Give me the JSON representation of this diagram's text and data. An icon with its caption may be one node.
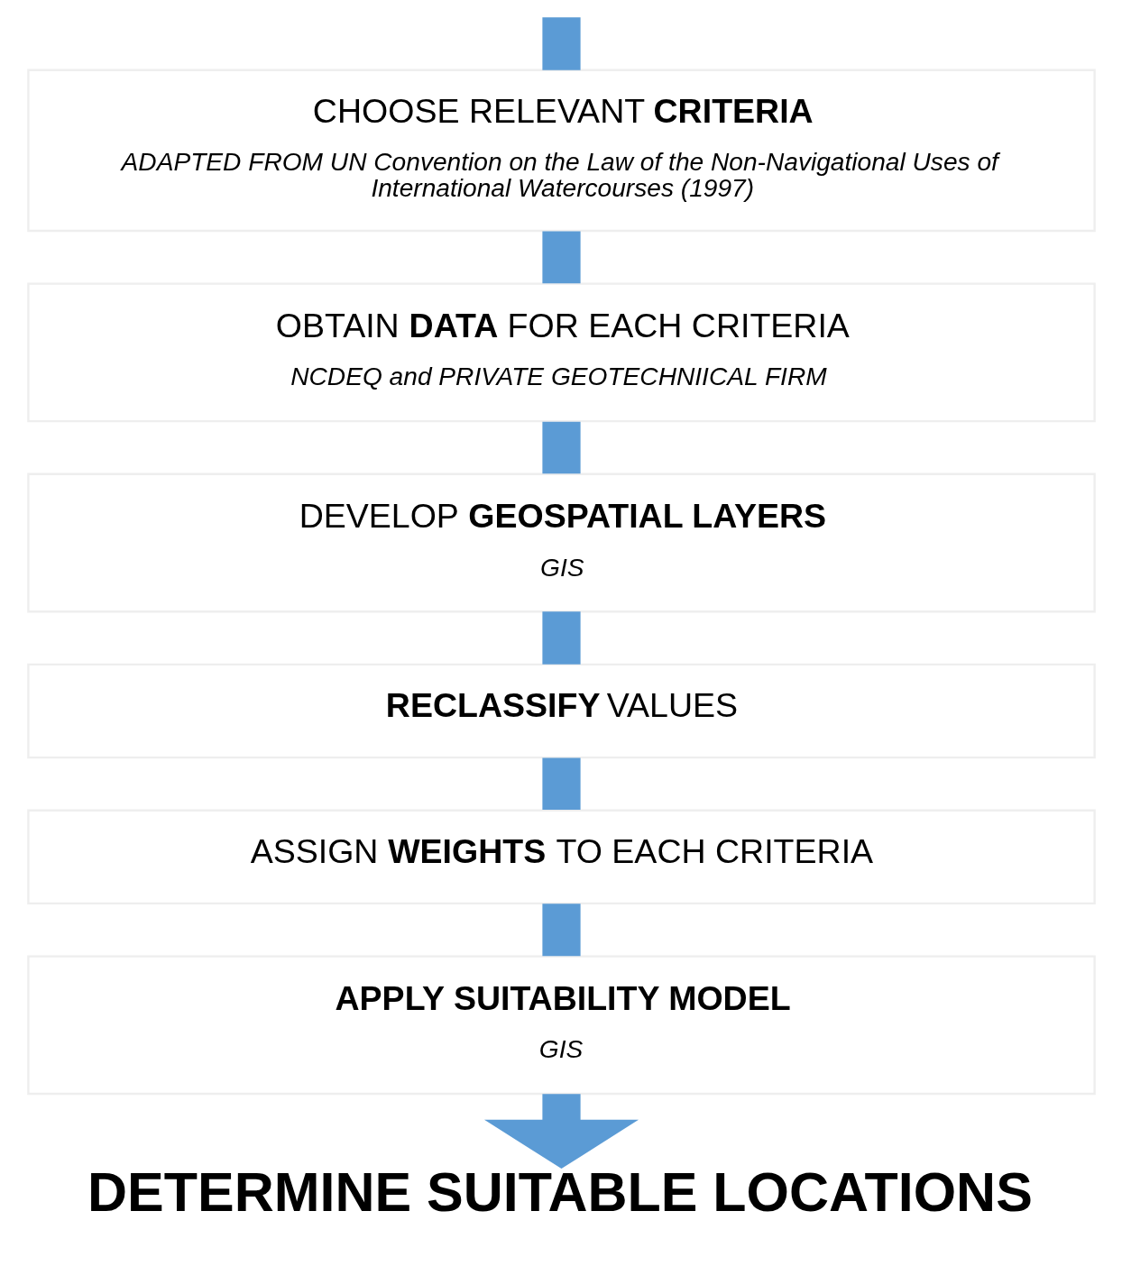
{
  "diagram": {
    "nodes": [
      {
        "text": [
          "CHOOSE RELEVANT **CRITERIA**",
          "ADAPTED FROM UN Convention on the Law of the Non-Navigational Uses of International Watercourses (1997)"
        ]
      },
      {
        "text": [
          "OBTAIN **DATA** FOR EACH CRITERIA",
          "NCDEQ and PRIVATE GEOTECHNIICAL FIRM"
        ]
      },
      {
        "text": [
          "DEVELOP **GEOSPATIAL LAYERS**",
          "GIS"
        ]
      },
      {
        "text": [
          "**RECLASSIFY** VALUES"
        ]
      },
      {
        "text": [
          "ASSIGN **WEIGHTS** TO EACH CRITERIA"
        ]
      },
      {
        "text": [
          "APPLY SUITABILITY MODEL",
          "GIS"
        ]
      },
      {
        "text": [
          "DETERMINE SUITABLE LOCATIONS"
        ]
      }
    ],
    "edges": [
      {
        "from": null,
        "to": 0,
        "arrow": "none"
      },
      {
        "from": 0,
        "to": 1,
        "arrow": "none"
      },
      {
        "from": 1,
        "to": 2,
        "arrow": "none"
      },
      {
        "from": 2,
        "to": 3,
        "arrow": "none"
      },
      {
        "from": 3,
        "to": 4,
        "arrow": "none"
      },
      {
        "from": 4,
        "to": 5,
        "arrow": "none"
      },
      {
        "from": 5,
        "to": 6,
        "arrow": "to"
      }
    ]
  }
}
